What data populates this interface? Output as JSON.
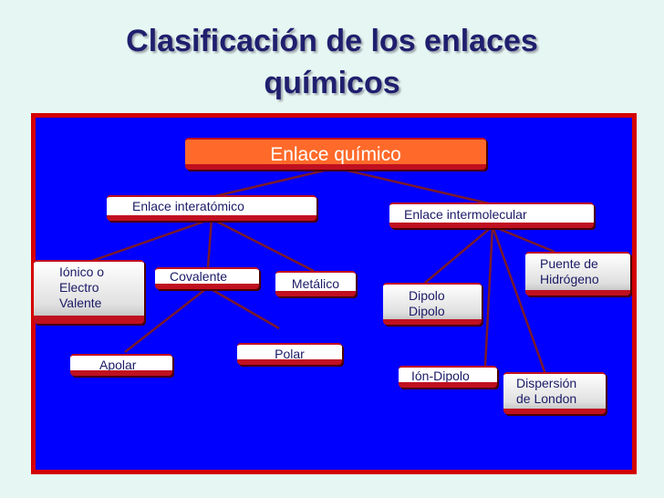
{
  "title_line1": "Clasificación de los enlaces",
  "title_line2": "químicos",
  "colors": {
    "panel_background": "#0000ff",
    "panel_border": "#d40000",
    "node_border": "#c01020",
    "line_color": "#7a1a2a",
    "page_background": "#e6f7f3"
  },
  "nodes": {
    "root": "Enlace químico",
    "interatomic": "Enlace interatómico",
    "intermolecular": "Enlace intermolecular",
    "ionic": [
      "Iónico o",
      "Electro",
      "Valente"
    ],
    "covalent": "Covalente",
    "metallic": "Metálico",
    "apolar": "Apolar",
    "polar": "Polar",
    "dipole": [
      "Dipolo",
      "Dipolo"
    ],
    "hydrogen_bridge": [
      "Puente de",
      "Hidrógeno"
    ],
    "ion_dipole": "Ión-Dipolo",
    "london": [
      "Dispersión",
      "de London"
    ]
  }
}
